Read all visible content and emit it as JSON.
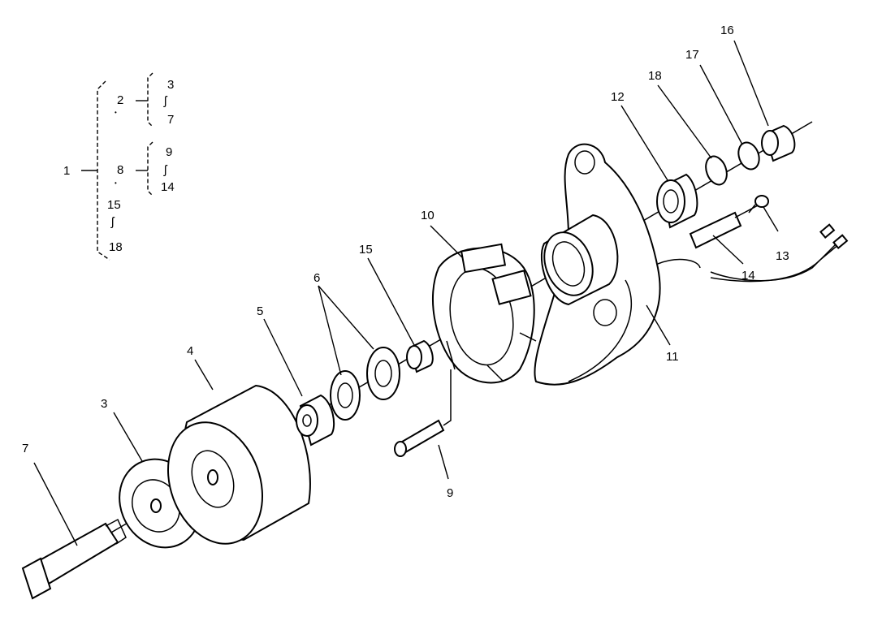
{
  "callouts": [
    "3",
    "4",
    "5",
    "6",
    "7",
    "9",
    "10",
    "11",
    "12",
    "13",
    "14",
    "15",
    "16",
    "17",
    "18"
  ],
  "tree": {
    "root": "1",
    "a": {
      "label": "2",
      "top": "3",
      "sep": "ʃ",
      "bottom": "7",
      "dot": "•"
    },
    "b": {
      "label": "8",
      "top": "9",
      "sep": "ʃ",
      "bottom": "14",
      "dot": "•"
    },
    "c": {
      "top": "15",
      "sep": "ʃ",
      "bottom": "18"
    }
  }
}
